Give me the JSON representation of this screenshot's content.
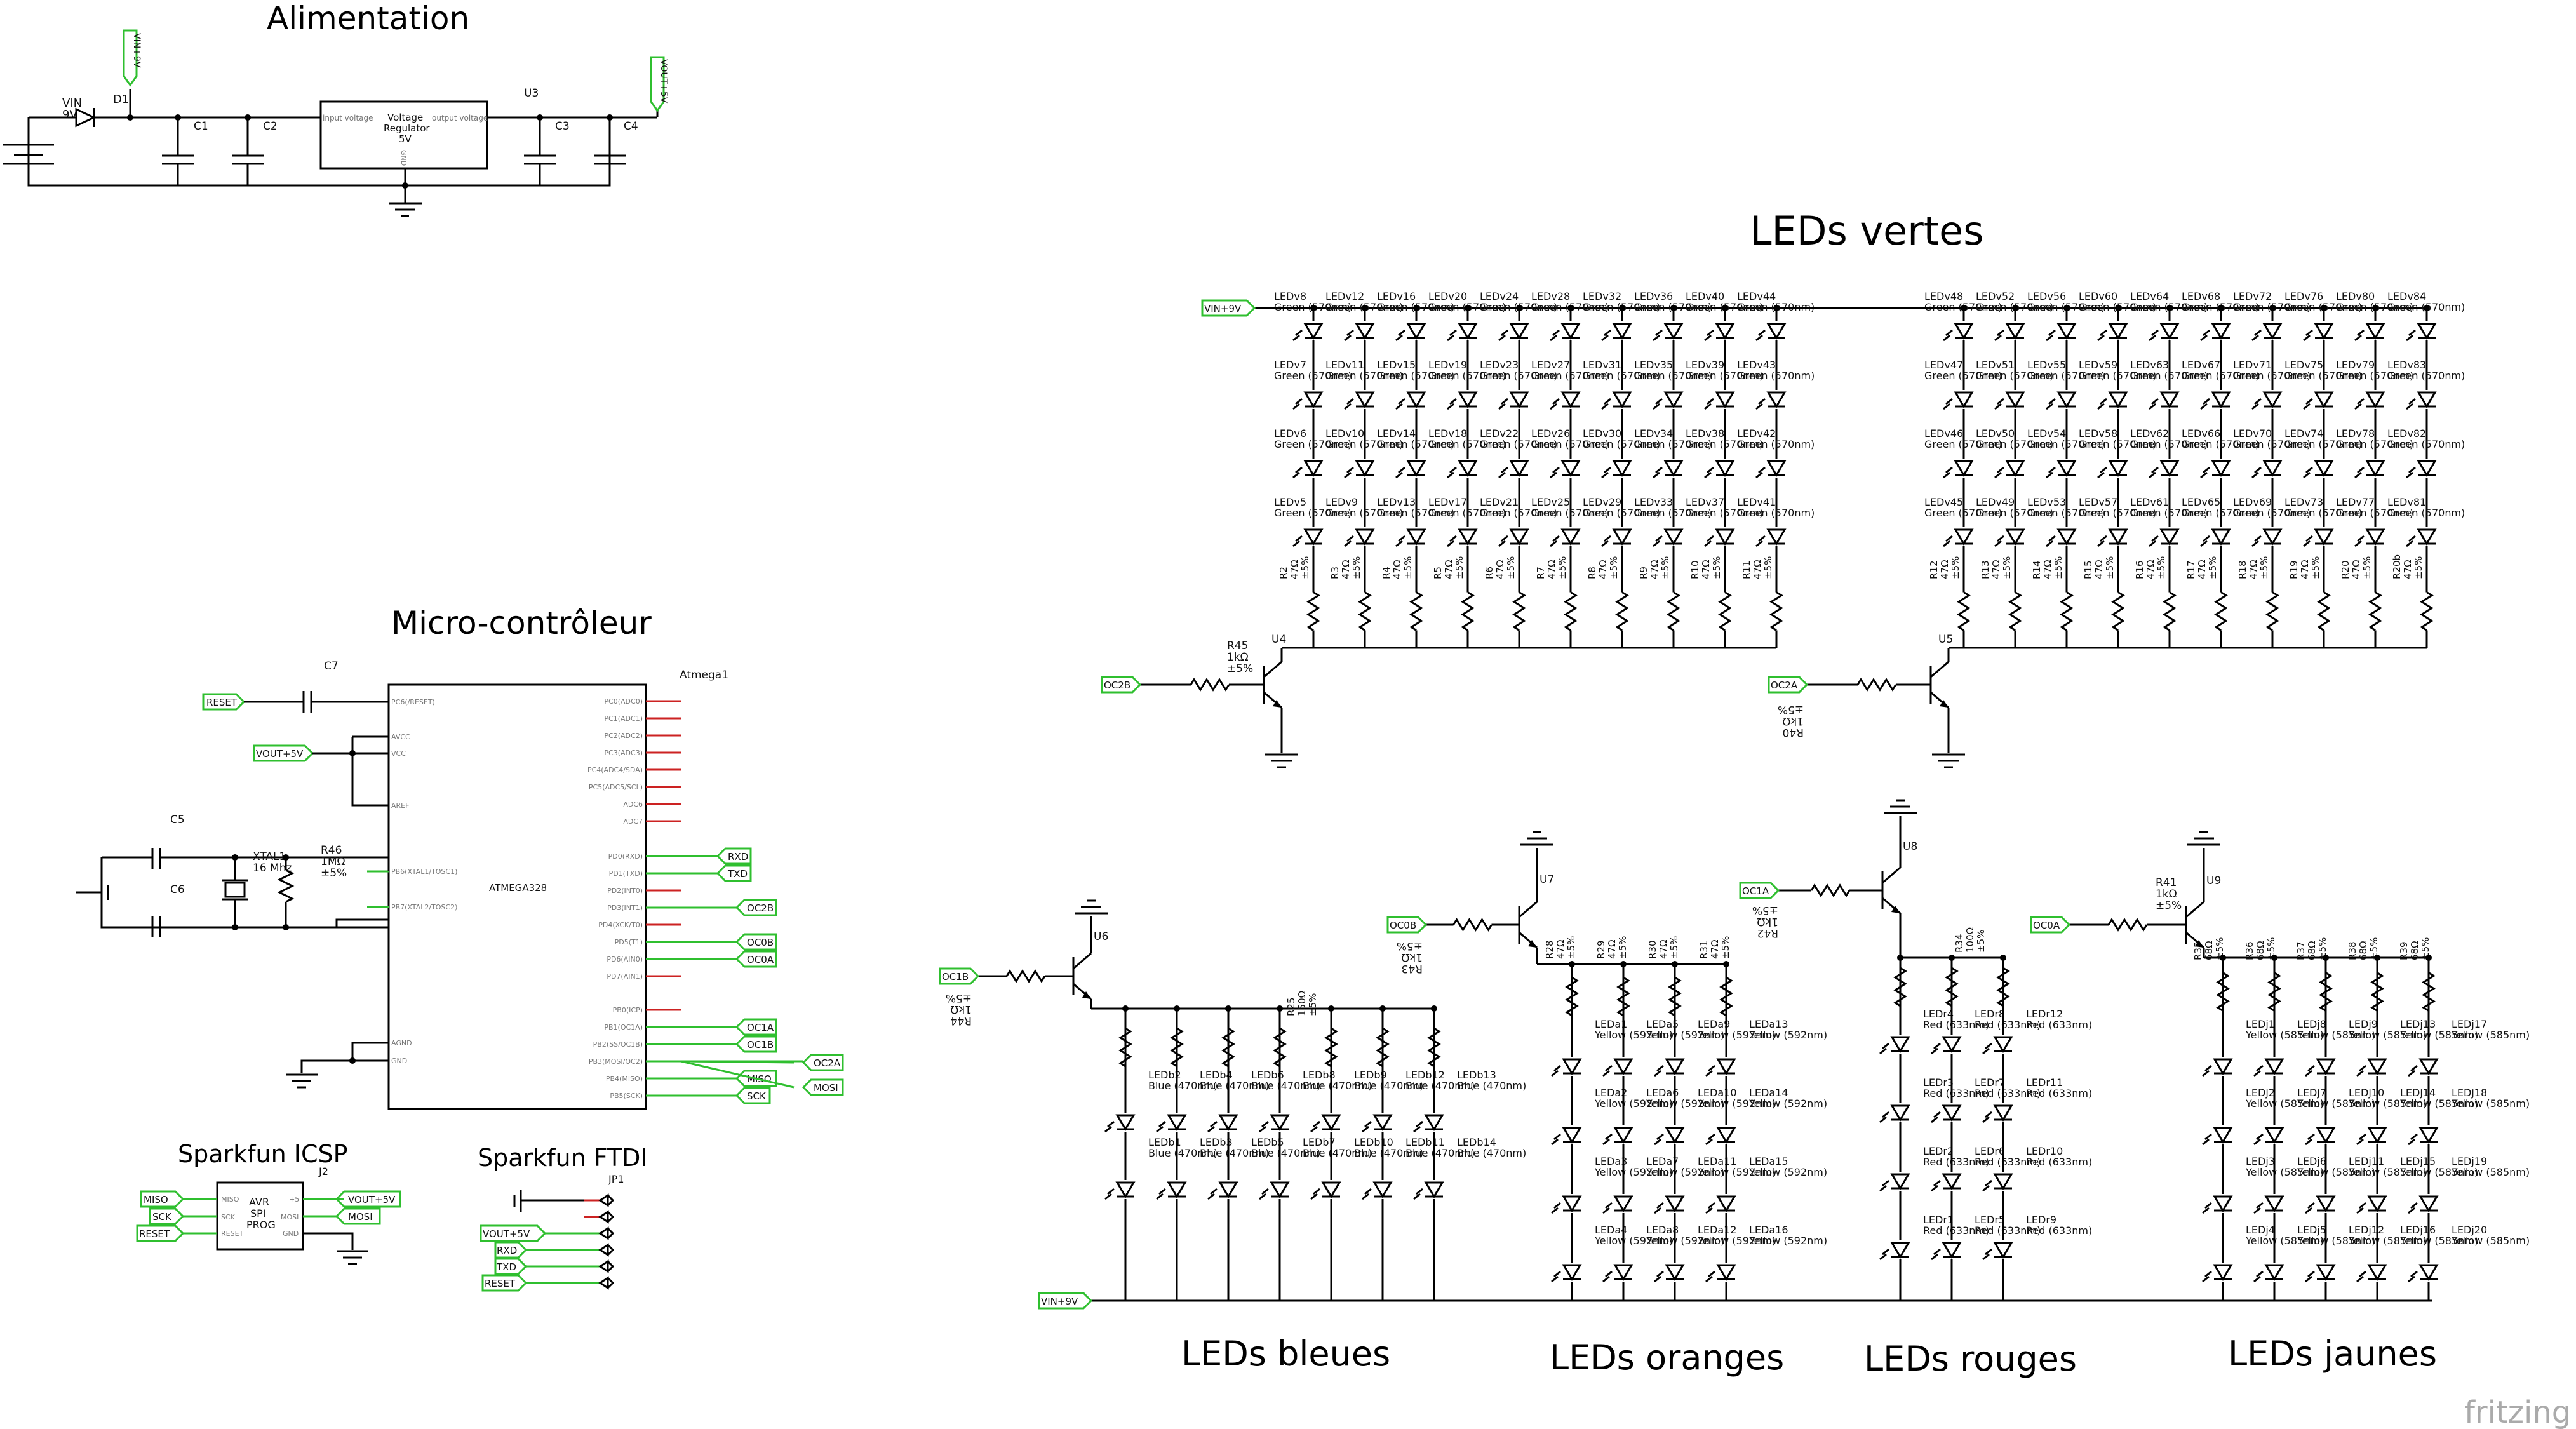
{
  "titles": {
    "alimentation": "Alimentation",
    "leds_vertes": "LEDs vertes",
    "micro": "Micro-contrôleur",
    "icsp": "Sparkfun ICSP",
    "ftdi": "Sparkfun FTDI",
    "bleues": "LEDs bleues",
    "oranges": "LEDs oranges",
    "rouges": "LEDs rouges",
    "jaunes": "LEDs jaunes"
  },
  "watermark": "fritzing",
  "power": {
    "vin_label": "VIN",
    "vin_value": "9V",
    "d1": "D1",
    "c1": "C1",
    "c2": "C2",
    "c3": "C3",
    "c4": "C4",
    "u3": "U3",
    "reg_line1": "Voltage",
    "reg_line2": "Regulator",
    "reg_line3": "5V",
    "reg_in": "input voltage",
    "reg_out": "output voltage",
    "reg_gnd": "GND",
    "net_vin": "VIN+9V",
    "net_vout": "VOUT+5V"
  },
  "mcu": {
    "name": "Atmega1",
    "chip": "ATMEGA328",
    "c7": "C7",
    "c5": "C5",
    "c6": "C6",
    "xtal": "XTAL1",
    "xtal_f": "16 Mhz",
    "r46": "R46",
    "r46_v": "1MΩ",
    "r46_t": "±5%",
    "left_pins": [
      "PC6(/RESET)",
      "AVCC",
      "VCC",
      "AREF",
      "PB6(XTAL1/TOSC1)",
      "PB7(XTAL2/TOSC2)",
      "AGND",
      "GND"
    ],
    "right_pins": [
      "PC0(ADC0)",
      "PC1(ADC1)",
      "PC2(ADC2)",
      "PC3(ADC3)",
      "PC4(ADC4/SDA)",
      "PC5(ADC5/SCL)",
      "ADC6",
      "ADC7",
      "PD0(RXD)",
      "PD1(TXD)",
      "PD2(INT0)",
      "PD3(INT1)",
      "PD4(XCK/T0)",
      "PD5(T1)",
      "PD6(AIN0)",
      "PD7(AIN1)",
      "PB0(ICP)",
      "PB1(OC1A)",
      "PB2(SS/OC1B)",
      "PB3(MOSI/OC2)",
      "PB4(MISO)",
      "PB5(SCK)"
    ],
    "nets_left": [
      "RESET",
      "VOUT+5V"
    ],
    "nets_right": [
      "RXD",
      "TXD",
      "OC2B",
      "OC0B",
      "OC0A",
      "OC1A",
      "OC1B",
      "OC2A",
      "MISO",
      "MOSI",
      "SCK"
    ]
  },
  "icsp": {
    "j2": "J2",
    "body1": "AVR",
    "body2": "SPI",
    "body3": "PROG",
    "pins_l": [
      "MISO",
      "SCK",
      "RESET"
    ],
    "pins_r": [
      "+5",
      "MOSI",
      "GND"
    ],
    "nets_l": [
      "MISO",
      "SCK",
      "RESET"
    ],
    "nets_r": [
      "VOUT+5V",
      "MOSI"
    ]
  },
  "ftdi": {
    "jp1": "JP1",
    "nets": [
      "VOUT+5V",
      "RXD",
      "TXD",
      "RESET"
    ]
  },
  "green": {
    "net": "VIN+9V",
    "left_led_cols": [
      [
        "LEDv8",
        "LEDv7",
        "LEDv6",
        "LEDv5"
      ],
      [
        "LEDv12",
        "LEDv11",
        "LEDv10",
        "LEDv9"
      ],
      [
        "LEDv16",
        "LEDv15",
        "LEDv14",
        "LEDv13"
      ],
      [
        "LEDv20",
        "LEDv19",
        "LEDv18",
        "LEDv17"
      ],
      [
        "LEDv24",
        "LEDv23",
        "LEDv22",
        "LEDv21"
      ],
      [
        "LEDv28",
        "LEDv27",
        "LEDv26",
        "LEDv25"
      ],
      [
        "LEDv32",
        "LEDv31",
        "LEDv30",
        "LEDv29"
      ],
      [
        "LEDv36",
        "LEDv35",
        "LEDv34",
        "LEDv33"
      ],
      [
        "LEDv40",
        "LEDv39",
        "LEDv38",
        "LEDv37"
      ],
      [
        "LEDv44",
        "LEDv43",
        "LEDv42",
        "LEDv41"
      ]
    ],
    "right_led_cols": [
      [
        "LEDv48",
        "LEDv47",
        "LEDv46",
        "LEDv45"
      ],
      [
        "LEDv52",
        "LEDv51",
        "LEDv50",
        "LEDv49"
      ],
      [
        "LEDv56",
        "LEDv55",
        "LEDv54",
        "LEDv53"
      ],
      [
        "LEDv60",
        "LEDv59",
        "LEDv58",
        "LEDv57"
      ],
      [
        "LEDv64",
        "LEDv63",
        "LEDv62",
        "LEDv61"
      ],
      [
        "LEDv68",
        "LEDv67",
        "LEDv66",
        "LEDv65"
      ],
      [
        "LEDv72",
        "LEDv71",
        "LEDv70",
        "LEDv69"
      ],
      [
        "LEDv76",
        "LEDv75",
        "LEDv74",
        "LEDv73"
      ],
      [
        "LEDv80",
        "LEDv79",
        "LEDv78",
        "LEDv77"
      ],
      [
        "LEDv84",
        "LEDv83",
        "LEDv82",
        "LEDv81"
      ]
    ],
    "led_desc": "Green (570nm)",
    "left_res": [
      "R2",
      "R3",
      "R4",
      "R5",
      "R6",
      "R7",
      "R8",
      "R9",
      "R10",
      "R11"
    ],
    "right_res": [
      "R12",
      "R13",
      "R14",
      "R15",
      "R16",
      "R17",
      "R18",
      "R19",
      "R20",
      "R20b"
    ],
    "res_val": "47Ω",
    "res_tol": "±5%",
    "u4": "U4",
    "u5": "U5",
    "r45": "R45",
    "r45_v": "1kΩ",
    "r45_t": "±5%",
    "r40": "R40",
    "r40_v": "1kΩ",
    "r40_t": "±5%",
    "net_oc2b": "OC2B",
    "net_oc2a": "OC2A"
  },
  "blue": {
    "u6": "U6",
    "net_in": "OC1B",
    "r44": "R44",
    "r44_v": "1kΩ",
    "r44_t": "±5%",
    "r25": "R25",
    "r25_v": "150Ω",
    "r25_t": "±5%",
    "top_leds": [
      "LEDb2",
      "LEDb4",
      "LEDb6",
      "LEDb8",
      "LEDb9",
      "LEDb12",
      "LEDb13"
    ],
    "bot_leds": [
      "LEDb1",
      "LEDb3",
      "LEDb5",
      "LEDb7",
      "LEDb10",
      "LEDb11",
      "LEDb14"
    ],
    "desc": "Blue (470nm)",
    "net_vin": "VIN+9V"
  },
  "orange": {
    "u7": "U7",
    "net_in": "OC0B",
    "r43": "R43",
    "r43_v": "1kΩ",
    "r43_t": "±5%",
    "res": [
      "R28",
      "R29",
      "R30",
      "R31"
    ],
    "res_val": "47Ω",
    "res_tol": "±5%",
    "rows": [
      [
        "LEDa1",
        "LEDa5",
        "LEDa9",
        "LEDa13"
      ],
      [
        "LEDa2",
        "LEDa6",
        "LEDa10",
        "LEDa14"
      ],
      [
        "LEDa3",
        "LEDa7",
        "LEDa11",
        "LEDa15"
      ],
      [
        "LEDa4",
        "LEDa8",
        "LEDa12",
        "LEDa16"
      ]
    ],
    "desc": "Yellow (592nm)"
  },
  "red": {
    "u8": "U8",
    "net_in": "OC1A",
    "r42": "R42",
    "r42_v": "1kΩ",
    "r42_t": "±5%",
    "r34": "R34",
    "r34_v": "100Ω",
    "r34_t": "±5%",
    "rows": [
      [
        "LEDr4",
        "LEDr8",
        "LEDr12"
      ],
      [
        "LEDr3",
        "LEDr7",
        "LEDr11"
      ],
      [
        "LEDr2",
        "LEDr6",
        "LEDr10"
      ],
      [
        "LEDr1",
        "LEDr5",
        "LEDr9"
      ]
    ],
    "desc": "Red (633nm)"
  },
  "yellow": {
    "u9": "U9",
    "net_in": "OC0A",
    "r41": "R41",
    "r41_v": "1kΩ",
    "r41_t": "±5%",
    "res": [
      "R35",
      "R36",
      "R37",
      "R38",
      "R39"
    ],
    "res_val": "68Ω",
    "res_tol": "±5%",
    "rows": [
      [
        "LEDj1",
        "LEDj8",
        "LEDj9",
        "LEDj13",
        "LEDj17"
      ],
      [
        "LEDj2",
        "LEDj7",
        "LEDj10",
        "LEDj14",
        "LEDj18"
      ],
      [
        "LEDj3",
        "LEDj6",
        "LEDj11",
        "LEDj15",
        "LEDj19"
      ],
      [
        "LEDj4",
        "LEDj5",
        "LEDj12",
        "LEDj16",
        "LEDj20"
      ]
    ],
    "desc": "Yellow (585nm)"
  }
}
